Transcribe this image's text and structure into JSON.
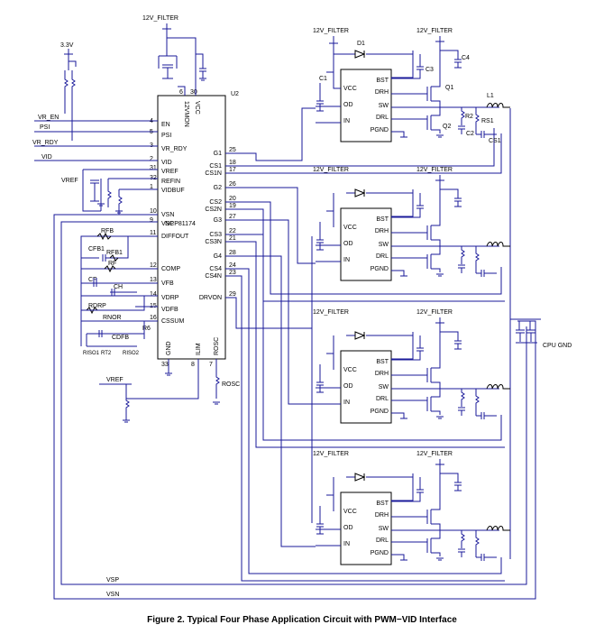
{
  "caption": "Figure 2. Typical Four Phase Application Circuit with PWM−VID Interface",
  "controller": {
    "ref": "U2",
    "part": "NCP81174",
    "top_pins": [
      {
        "num": "6",
        "name": "12VMON"
      },
      {
        "num": "30",
        "name": "VCC"
      }
    ],
    "left_pins": [
      {
        "num": "4",
        "name": "EN"
      },
      {
        "num": "5",
        "name": "PSI"
      },
      {
        "num": "3",
        "name": "VR_RDY"
      },
      {
        "num": "2",
        "name": "VID"
      },
      {
        "num": "31",
        "name": "VREF"
      },
      {
        "num": "32",
        "name": "REFIN"
      },
      {
        "num": "1",
        "name": "VIDBUF"
      },
      {
        "num": "10",
        "name": "VSN"
      },
      {
        "num": "9",
        "name": "VSP"
      },
      {
        "num": "11",
        "name": "DIFFOUT"
      },
      {
        "num": "12",
        "name": "COMP"
      },
      {
        "num": "13",
        "name": "VFB"
      },
      {
        "num": "14",
        "name": "VDRP"
      },
      {
        "num": "15",
        "name": "VDFB"
      },
      {
        "num": "16",
        "name": "CSSUM"
      }
    ],
    "right_pins": [
      {
        "num": "25",
        "name": "G1"
      },
      {
        "num": "18",
        "name": "CS1"
      },
      {
        "num": "17",
        "name": "CS1N"
      },
      {
        "num": "26",
        "name": "G2"
      },
      {
        "num": "20",
        "name": "CS2"
      },
      {
        "num": "19",
        "name": "CS2N"
      },
      {
        "num": "27",
        "name": "G3"
      },
      {
        "num": "22",
        "name": "CS3"
      },
      {
        "num": "21",
        "name": "CS3N"
      },
      {
        "num": "28",
        "name": "G4"
      },
      {
        "num": "24",
        "name": "CS4"
      },
      {
        "num": "23",
        "name": "CS4N"
      },
      {
        "num": "29",
        "name": "DRVON"
      }
    ],
    "bottom_pins": [
      {
        "num": "33",
        "name": "GND"
      },
      {
        "num": "8",
        "name": "ILIM"
      },
      {
        "num": "7",
        "name": "ROSC"
      }
    ]
  },
  "signals": {
    "v33": "3.3V",
    "vr_en": "VR_EN",
    "psi": "PSI",
    "vr_rdy": "VR_RDY",
    "vid": "VID",
    "vref": "VREF",
    "vref2": "VREF",
    "vsp": "VSP",
    "vsn": "VSN",
    "filter_main": "12V_FILTER",
    "cpu_gnd": "CPU GND",
    "rosc": "ROSC"
  },
  "comp_network": {
    "rfb": "RFB",
    "cfb1": "CFB1",
    "rfb1": "RFB1",
    "rf": "RF",
    "cf": "CF",
    "ch": "CH",
    "rdrp": "RDRP",
    "rnor": "RNOR",
    "r6": "R6",
    "cdfb": "CDFB",
    "riso1": "RISO1",
    "rt2": "RT2",
    "riso2": "RISO2"
  },
  "driver": {
    "pins_left": [
      "VCC",
      "OD",
      "IN"
    ],
    "pins_right": [
      "BST",
      "DRH",
      "SW",
      "DRL",
      "PGND"
    ]
  },
  "phases": [
    {
      "filter_left": "12V_FILTER",
      "filter_right": "12V_FILTER",
      "labels": {
        "d": "D1",
        "c1": "C1",
        "c3": "C3",
        "c4": "C4",
        "q1": "Q1",
        "q2": "Q2",
        "r2": "R2",
        "c2": "C2",
        "rs1": "RS1",
        "cs1": "CS1",
        "l1": "L1"
      }
    },
    {
      "filter_left": "12V_FILTER",
      "filter_right": "12V_FILTER",
      "labels": {}
    },
    {
      "filter_left": "12V_FILTER",
      "filter_right": "12V_FILTER",
      "labels": {}
    },
    {
      "filter_left": "12V_FILTER",
      "filter_right": "12V_FILTER",
      "labels": {}
    }
  ]
}
